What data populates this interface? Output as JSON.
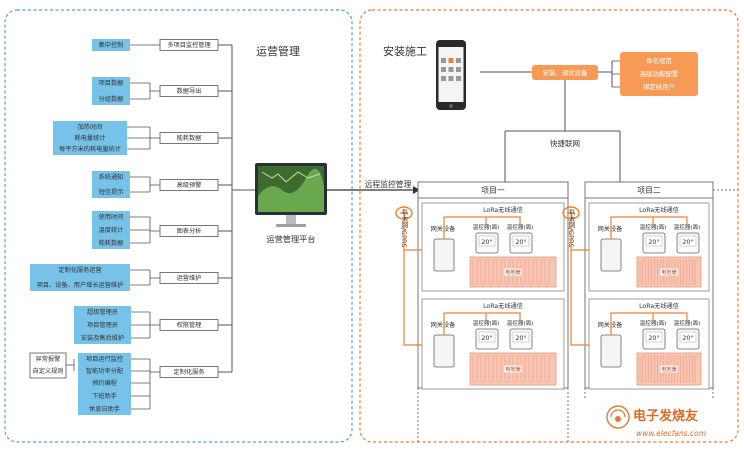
{
  "left_panel": {
    "title": "运营管理",
    "platform_label": "运营管理平台",
    "categories": [
      {
        "label": "多项目监控管理",
        "items": [
          "集中控制"
        ]
      },
      {
        "label": "数据导出",
        "items": [
          "项目数据",
          "分组数据"
        ]
      },
      {
        "label": "能耗数据",
        "items": [
          "加热时间",
          "耗电量统计",
          "每平方米的耗电量统计"
        ]
      },
      {
        "label": "高级预警",
        "items": [
          "系统通知",
          "短信提示"
        ]
      },
      {
        "label": "图表分析",
        "items": [
          "使用时间",
          "温度统计",
          "能耗数据"
        ]
      },
      {
        "label": "运营维护",
        "items": [
          "定制化服务运营",
          "项目、设备、用户增长运营维护"
        ]
      },
      {
        "label": "权限管理",
        "items": [
          "超级管理员",
          "项目管理员",
          "安装及售后维护"
        ]
      },
      {
        "label": "定制化服务",
        "items": [
          "项目运行监控",
          "智能功率分配",
          "预约编程",
          "下班助手",
          "休息日助手"
        ]
      }
    ],
    "sub_items": [
      "异常报警",
      "自定义规则"
    ]
  },
  "right_panel": {
    "install_title": "安装施工",
    "install_action": "安装、调试设备",
    "install_steps": [
      "命名规范",
      "高级功能配置",
      "绑定给用户"
    ],
    "quick_network": "快捷联网",
    "remote_label": "远程监控管理",
    "network_label": "以太网/GPRS",
    "projects": [
      {
        "title": "项目一"
      },
      {
        "title": "项目二"
      }
    ],
    "block": {
      "lora": "LoRa无线通信",
      "gateway": "网关设备",
      "thermostat": "温控器(面)",
      "temp": "20°",
      "heater": "电地暖"
    }
  },
  "watermark": {
    "cn": "电子发烧友",
    "url": "www.elecfans.com"
  },
  "colors": {
    "blue_box": "#5fb7e5",
    "orange_box": "#f79a55",
    "orange_line": "#f08030",
    "dash_blue": "#4aa3df",
    "dash_orange": "#f07a2a",
    "heater": "#f7c7b5"
  }
}
